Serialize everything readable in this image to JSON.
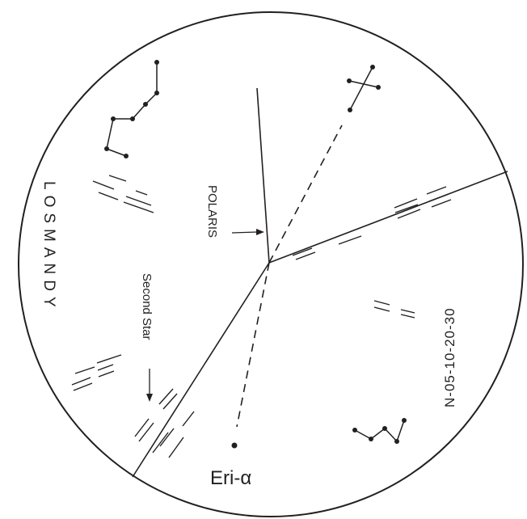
{
  "labels": {
    "brand": "LOSMANDY",
    "polaris": "POLARIS",
    "second_star": "Second Star",
    "eri_alpha": "Eri-α",
    "scale": "N-05-10-20-30"
  },
  "colors": {
    "ink": "#231f20",
    "background": "#ffffff"
  }
}
